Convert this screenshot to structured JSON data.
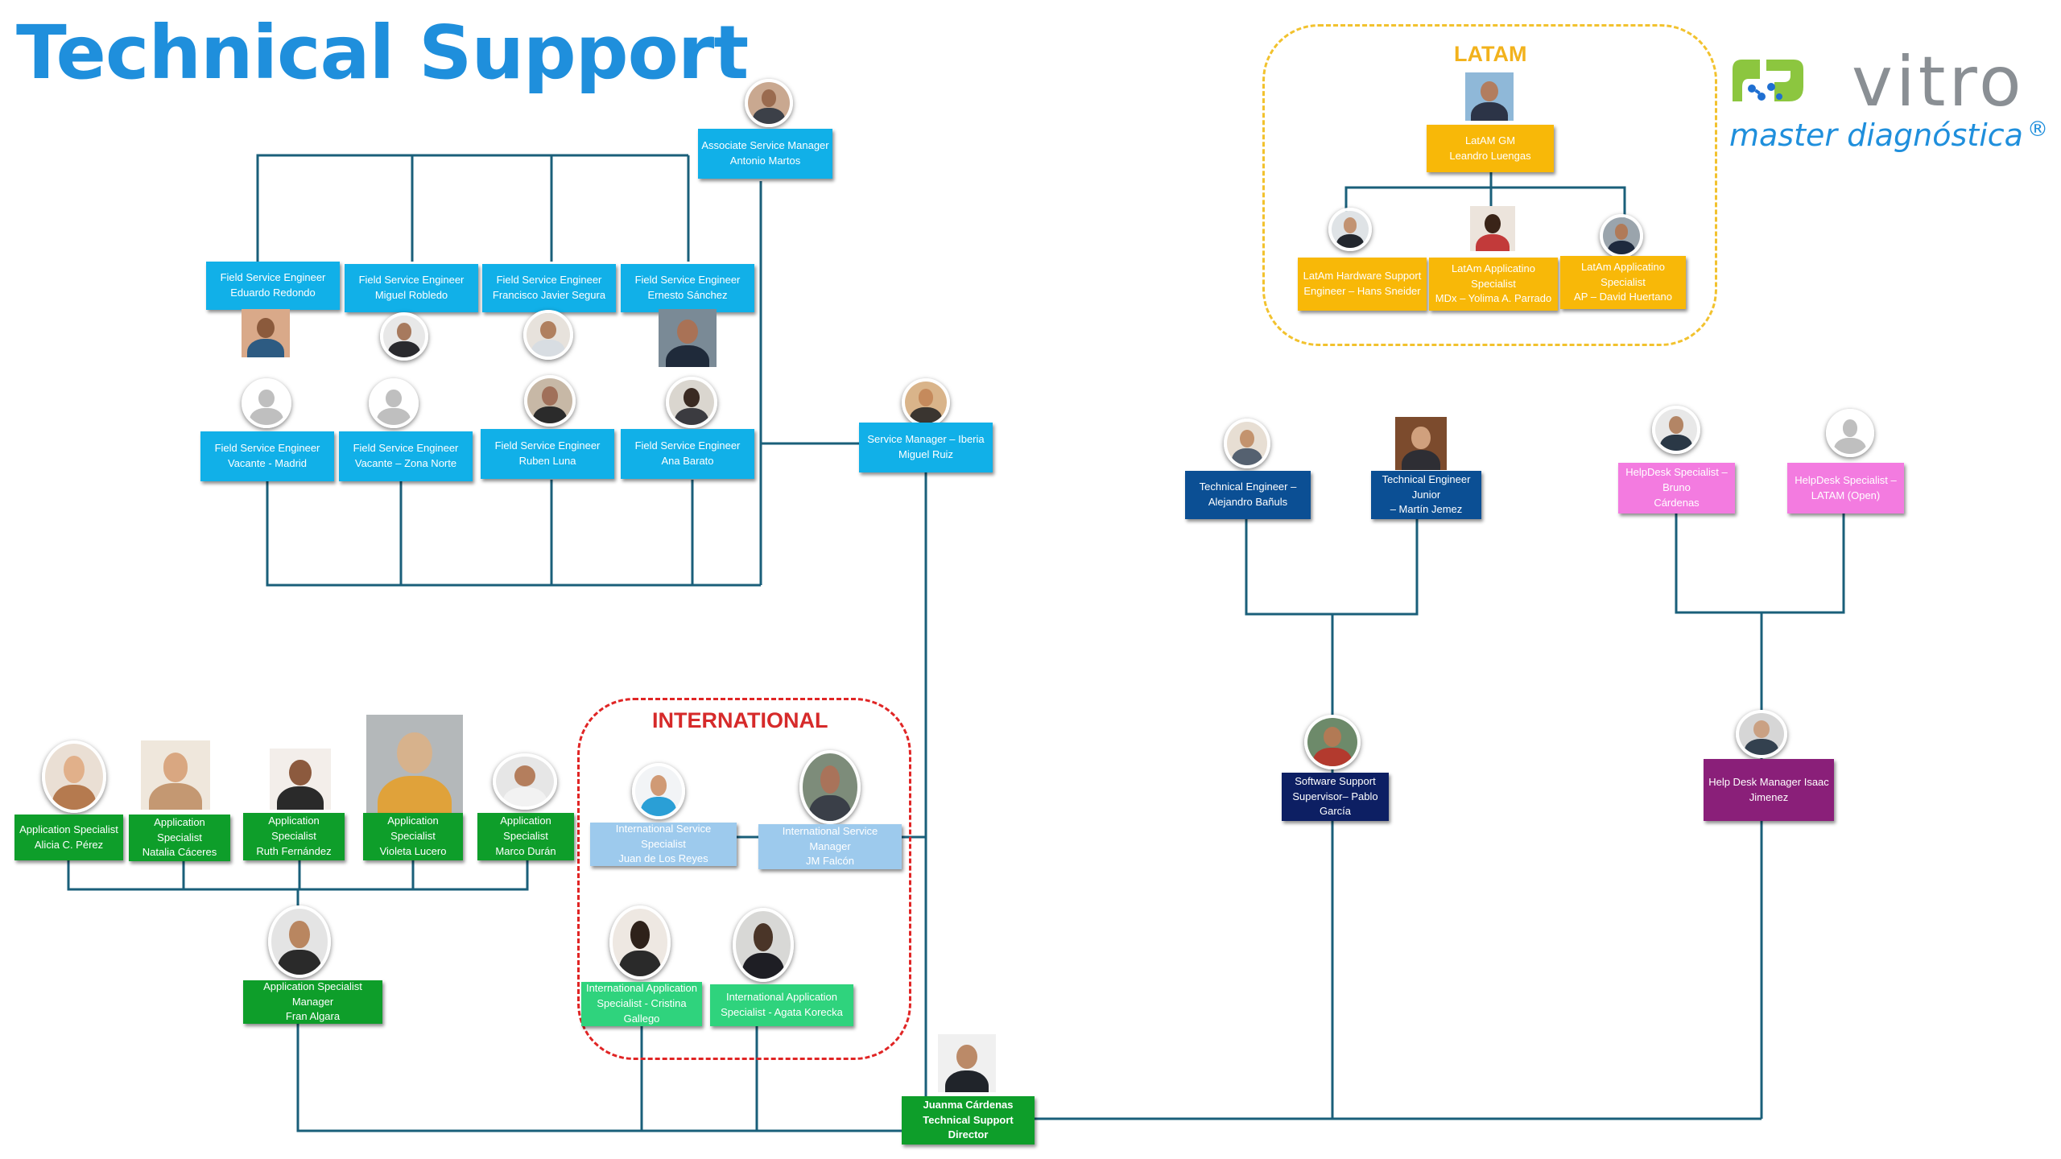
{
  "page": {
    "title": "Technical Support"
  },
  "logo": {
    "brand": "vitro",
    "tagline": "master diagnóstica",
    "reg": "®"
  },
  "regions": {
    "latam": "LATAM",
    "international": "INTERNATIONAL"
  },
  "colors": {
    "title": "#1f8fdc",
    "line": "#1a5f7a",
    "cyan": "#11b0e8",
    "light_blue": "#9dcaed",
    "dark_blue": "#0b4f94",
    "navy": "#0d1f63",
    "pink": "#f37be0",
    "purple": "#8a1f79",
    "green": "#0e9e2a",
    "mint": "#2fd37d",
    "yellow": "#f8b808",
    "latam_border": "#f2c22e",
    "international_border": "#e02525"
  },
  "people": {
    "asm": {
      "role": "Associate Service Manager",
      "name": "Antonio Martos"
    },
    "fse1": {
      "role": "Field Service Engineer",
      "name": "Eduardo Redondo"
    },
    "fse2": {
      "role": "Field Service Engineer",
      "name": "Miguel Robledo"
    },
    "fse3": {
      "role": "Field Service Engineer",
      "name": "Francisco Javier Segura"
    },
    "fse4": {
      "role": "Field Service Engineer",
      "name": "Ernesto Sánchez"
    },
    "fse5": {
      "role": "Field Service Engineer",
      "name": "Vacante - Madrid"
    },
    "fse6": {
      "role": "Field Service Engineer",
      "name": "Vacante – Zona Norte"
    },
    "fse7": {
      "role": "Field Service Engineer",
      "name": "Ruben Luna"
    },
    "fse8": {
      "role": "Field Service Engineer",
      "name": "Ana Barato"
    },
    "smi": {
      "role": "Service Manager – Iberia",
      "name": "Miguel Ruiz"
    },
    "latgm": {
      "role": "LatAM GM",
      "name": "Leandro Luengas"
    },
    "lat1": {
      "role": "LatAm Hardware Support",
      "name": "Engineer – Hans Sneider"
    },
    "lat2": {
      "role": "LatAm Applicatino Specialist",
      "name": "MDx – Yolima A. Parrado"
    },
    "lat3": {
      "role": "LatAm Applicatino Specialist",
      "name": "AP – David Huertano"
    },
    "te1": {
      "role": "Technical Engineer –",
      "name": "Alejandro Bañuls"
    },
    "te2": {
      "role": "Technical Engineer Junior",
      "name": "– Martín Jemez"
    },
    "hd1": {
      "role": "HelpDesk Specialist – Bruno",
      "name": "Cárdenas"
    },
    "hd2": {
      "role": "HelpDesk Specialist –",
      "name": "LATAM (Open)"
    },
    "sss": {
      "role": "Software Support",
      "name": "Supervisor– Pablo García"
    },
    "hdm": {
      "role": "Help Desk Manager Isaac",
      "name": "Jimenez"
    },
    "as1": {
      "role": "Application Specialist",
      "name": "Alicia C. Pérez"
    },
    "as2": {
      "role": "Application Specialist",
      "name": "Natalia Cáceres"
    },
    "as3": {
      "role": "Application Specialist",
      "name": "Ruth Fernández"
    },
    "as4": {
      "role": "Application Specialist",
      "name": "Violeta Lucero"
    },
    "as5": {
      "role": "Application Specialist",
      "name": "Marco Durán"
    },
    "asmgr": {
      "role": "Application Specialist Manager",
      "name": "Fran Algara"
    },
    "iss": {
      "role": "International Service Specialist",
      "name": "Juan de Los Reyes"
    },
    "ism": {
      "role": "International Service Manager",
      "name": "JM Falcón"
    },
    "ias1": {
      "role": "International Application",
      "name": "Specialist - Cristina Gallego"
    },
    "ias2": {
      "role": "International Application",
      "name": "Specialist - Agata Korecka"
    },
    "director": {
      "role": "Juanma Cárdenas",
      "name": "Technical Support Director"
    }
  }
}
